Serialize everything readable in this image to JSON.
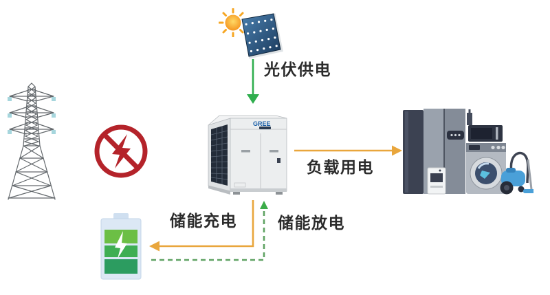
{
  "diagram": {
    "type": "energy-flow",
    "flows": [
      {
        "from": "solar-panel",
        "to": "gree-outdoor-unit",
        "label": "光伏供电",
        "line": "solid-green"
      },
      {
        "from": "gree-outdoor-unit",
        "to": "home-appliances",
        "label": "负载用电",
        "line": "solid-orange"
      },
      {
        "from": "gree-outdoor-unit",
        "to": "storage-battery",
        "label": "储能充电",
        "line": "solid-orange"
      },
      {
        "from": "storage-battery",
        "to": "gree-outdoor-unit",
        "label": "储能放电",
        "line": "dashed-green"
      }
    ]
  },
  "labels": {
    "pv_supply": "光伏供电",
    "load_power": "负载用电",
    "storage_charge": "储能充电",
    "storage_discharge": "储能放电"
  },
  "unit": {
    "brand": "GREE"
  },
  "colors": {
    "pv-green": "#2fae4e",
    "flow-orange": "#e9a63c",
    "discharge-green": "#5fa262",
    "discharge-head": "#3bac49",
    "alert-red": "#b4232a",
    "text-dark": "#2b2b2b",
    "battery-body": "#dce8f5",
    "battery-green-1": "#6cbf45",
    "battery-green-2": "#3fae53",
    "battery-green-3": "#2c9c60",
    "sun-orange": "#f6a623",
    "panel-blue-dark": "#1b3a5c",
    "panel-blue-light": "#4a7fae",
    "bg": "#ffffff"
  }
}
